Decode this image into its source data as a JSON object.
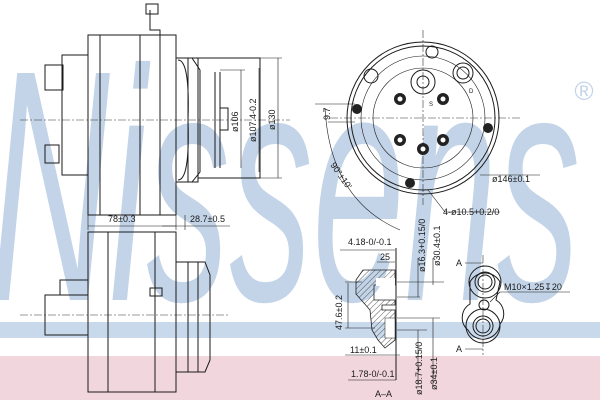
{
  "watermark": {
    "text": "Nissens",
    "registered": "®",
    "color": "#c3d4e8",
    "band_color": "#f2d6de"
  },
  "side_view": {
    "length_body": "78±0.3",
    "length_pulley": "28.7±0.5",
    "dia_inner": "ø106",
    "dia_pulley": "ø107.4-0.2",
    "dia_outer": "ø130"
  },
  "front_view": {
    "offset": "9.7",
    "angle": "90°±10'",
    "dia_bolt_circle": "ø146±0.1",
    "holes": "4-ø10.5+0.2/0",
    "marks": [
      "S",
      "D"
    ]
  },
  "section": {
    "dim_4_18": "4.18-0/-0.1",
    "dim_25": "25",
    "dia_16_3": "ø16.3+0.15/0",
    "dia_30_4": "ø30.4±0.1",
    "dim_47_6": "47.6±0.2",
    "dim_11": "11±0.1",
    "dim_1_78": "1.78-0/-0.1",
    "dia_18_7": "ø18.7+0.15/0",
    "dia_34": "ø34±0.1",
    "title": "A–A"
  },
  "flange": {
    "section_mark_top": "A",
    "section_mark_bottom": "A",
    "thread": "M10×1.25↧20"
  }
}
